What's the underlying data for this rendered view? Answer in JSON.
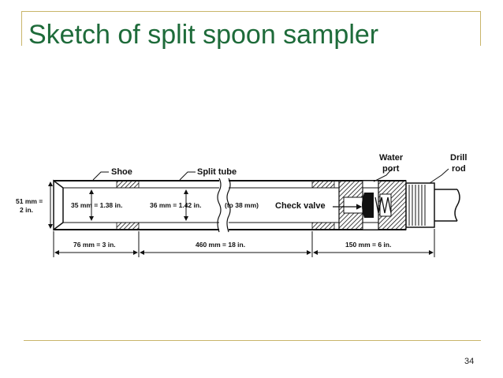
{
  "slide": {
    "title": "Sketch of split spoon sampler",
    "page_number": "34"
  },
  "diagram": {
    "labels": {
      "shoe": "Shoe",
      "split_tube": "Split tube",
      "water": "Water",
      "port": "port",
      "drill": "Drill",
      "rod": "rod",
      "outer_dia_1": "51 mm =",
      "outer_dia_2": "2 in.",
      "shoe_id": "35 mm = 1.38 in.",
      "tube_id": "36 mm = 1.42 in.",
      "tube_id_alt": "(to 38 mm)",
      "check_valve": "Check valve",
      "len_shoe": "76 mm = 3 in.",
      "len_tube": "460 mm = 18 in.",
      "len_head": "150 mm = 6 in."
    }
  }
}
